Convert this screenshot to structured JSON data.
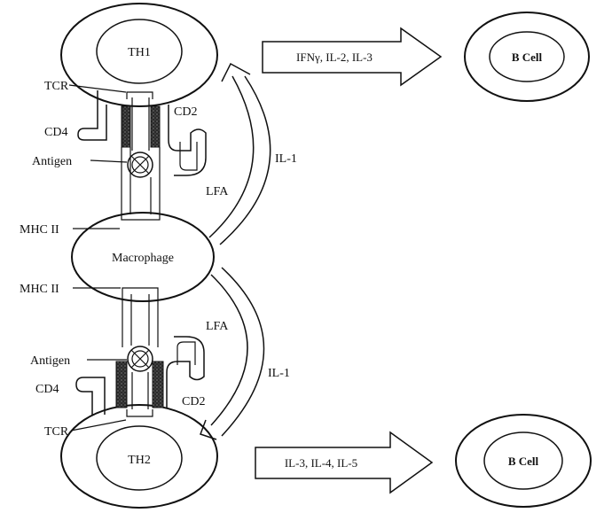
{
  "cells": {
    "th1": "TH1",
    "th2": "TH2",
    "macrophage": "Macrophage",
    "bcell_top": "B Cell",
    "bcell_bottom": "B Cell"
  },
  "labels": {
    "tcr_top": "TCR",
    "cd4_top": "CD4",
    "antigen_top": "Antigen",
    "mhc_top": "MHC II",
    "cd2_top": "CD2",
    "lfa_top": "LFA",
    "il1_top": "IL-1",
    "mhc_bottom": "MHC II",
    "antigen_bottom": "Antigen",
    "cd4_bottom": "CD4",
    "tcr_bottom": "TCR",
    "cd2_bottom": "CD2",
    "lfa_bottom": "LFA",
    "il1_bottom": "IL-1"
  },
  "arrows": {
    "top": "IFNγ, IL-2, IL-3",
    "bottom": "IL-3, IL-4, IL-5"
  },
  "colors": {
    "ink": "#111111",
    "background": "#ffffff"
  }
}
